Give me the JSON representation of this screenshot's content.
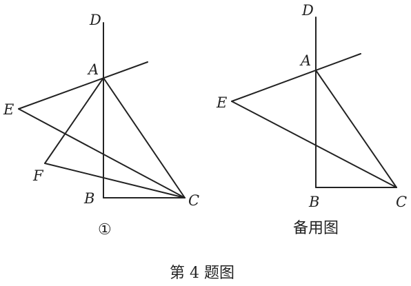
{
  "figure_1": {
    "label": "①",
    "points": {
      "D": "D",
      "A": "A",
      "E": "E",
      "F": "F",
      "B": "B",
      "C": "C"
    }
  },
  "figure_2": {
    "label": "备用图",
    "points": {
      "D": "D",
      "A": "A",
      "E": "E",
      "B": "B",
      "C": "C"
    }
  },
  "caption": "第 4 题图"
}
